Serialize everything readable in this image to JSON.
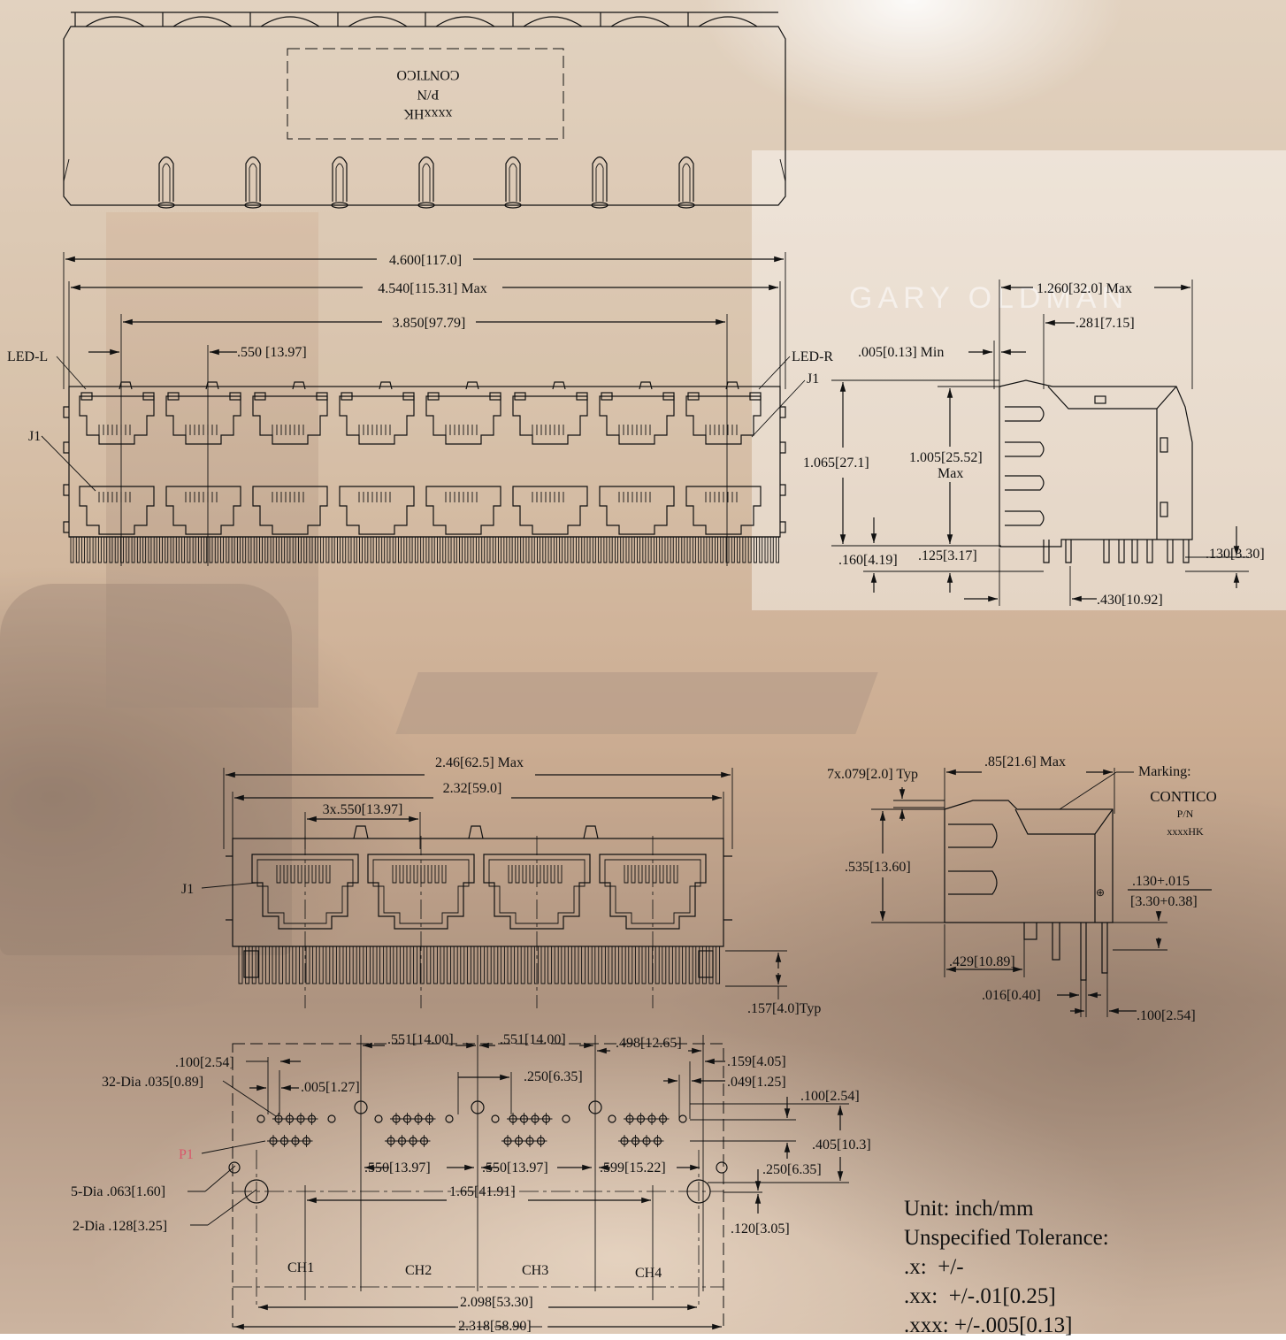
{
  "background": {
    "watermark": "GARY OLDMAN"
  },
  "top_view": {
    "marking_line1": "CONTICO",
    "marking_line2": "P/N",
    "marking_line3": "xxxxHK"
  },
  "front_view_8port": {
    "dims": {
      "overall": "4.600[117.0]",
      "max_width": "4.540[115.31] Max",
      "pitch_span": "3.850[97.79]",
      "port_pitch": ".550 [13.97]"
    },
    "labels": {
      "led_left": "LED-L",
      "led_right": "LED-R",
      "j1_left": "J1",
      "j1_right": "J1"
    }
  },
  "side_view_8port": {
    "dims": {
      "depth": "1.260[32.0] Max",
      "offset": ".281[7.15]",
      "min_gap": ".005[0.13] Min",
      "height": "1.065[27.1]",
      "height_max": "1.005[25.52]",
      "height_max_suffix": "Max",
      "pin_1": ".160[4.19]",
      "pin_2": ".125[3.17]",
      "pin_3": ".130[3.30]",
      "pin_spacing": ".430[10.92]"
    }
  },
  "front_view_4port": {
    "dims": {
      "max_width": "2.46[62.5] Max",
      "width": "2.32[59.0]",
      "pitch": "3x.550[13.97]",
      "tail": ".157[4.0]Typ"
    },
    "labels": {
      "j1": "J1"
    }
  },
  "side_view_4port": {
    "dims": {
      "depth": ".85[21.6] Max",
      "tab": "7x.079[2.0] Typ",
      "height": ".535[13.60]",
      "pin_len": ".130+.015",
      "pin_len_mm": "[3.30+0.38]",
      "pin_offset": ".429[10.89]",
      "pin_dia": ".016[0.40]",
      "pin_pitch": ".100[2.54]"
    },
    "marking": {
      "title": "Marking:",
      "line1": "CONTICO",
      "line2": "P/N",
      "line3": "xxxxHK"
    }
  },
  "pcb_layout": {
    "dims": {
      "ch_pitch_1": ".551[14.00]",
      "ch_pitch_2": ".551[14.00]",
      "ch_pitch_3": ".498[12.65]",
      "pin_pitch": ".100[2.54]",
      "hole_dia": "32-Dia .035[0.89]",
      "stagger": ".005[1.27]",
      "led_pitch": ".250[6.35]",
      "led_offset": ".159[4.05]",
      "small_offset": ".049[1.25]",
      "row_pitch": ".100[2.54]",
      "row_span": ".405[10.3]",
      "peg_y": ".250[6.35]",
      "peg_y2": ".120[3.05]",
      "spacing_1": ".550[13.97]",
      "spacing_2": ".550[13.97]",
      "spacing_3": ".599[15.22]",
      "peg_span": "1.65[41.91]",
      "small_holes": "5-Dia .063[1.60]",
      "big_holes": "2-Dia .128[3.25]",
      "span_1": "2.098[53.30]",
      "span_2": "2.318[58.90]"
    },
    "labels": {
      "p1": "P1",
      "ch1": "CH1",
      "ch2": "CH2",
      "ch3": "CH3",
      "ch4": "CH4"
    }
  },
  "notes": {
    "unit": "Unit: inch/mm",
    "tolerance": "Unspecified Tolerance:",
    "x": ".x:  +/-",
    "xx": ".xx:  +/-.01[0.25]",
    "xxx": ".xxx: +/-.005[0.13]"
  }
}
